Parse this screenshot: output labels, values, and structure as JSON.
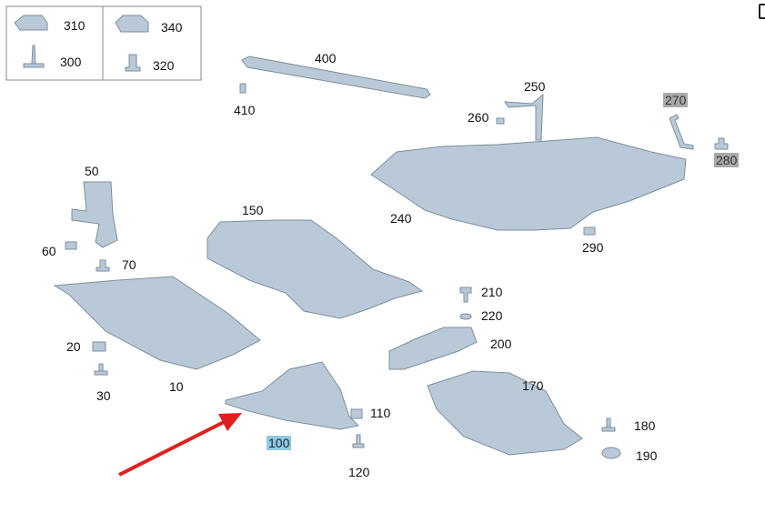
{
  "diagram": {
    "title": "Underbody panel parts diagram",
    "part_fill": "#b9c9d7",
    "part_stroke": "#7d8e9c",
    "highlight_gray": "#a9a9a9",
    "highlight_blue": "#8fcbe0",
    "arrow_color": "#e02020",
    "legend_box": [
      "310",
      "340",
      "300",
      "320"
    ],
    "labels": {
      "p310": "310",
      "p340": "340",
      "p300": "300",
      "p320": "320",
      "p400": "400",
      "p410": "410",
      "p250": "250",
      "p260": "260",
      "p270": "270",
      "p280": "280",
      "p50": "50",
      "p150": "150",
      "p240": "240",
      "p290": "290",
      "p60": "60",
      "p70": "70",
      "p210": "210",
      "p220": "220",
      "p200": "200",
      "p20": "20",
      "p10": "10",
      "p30": "30",
      "p170": "170",
      "p110": "110",
      "p180": "180",
      "p100": "100",
      "p190": "190",
      "p120": "120"
    },
    "highlighted_part": "100"
  }
}
